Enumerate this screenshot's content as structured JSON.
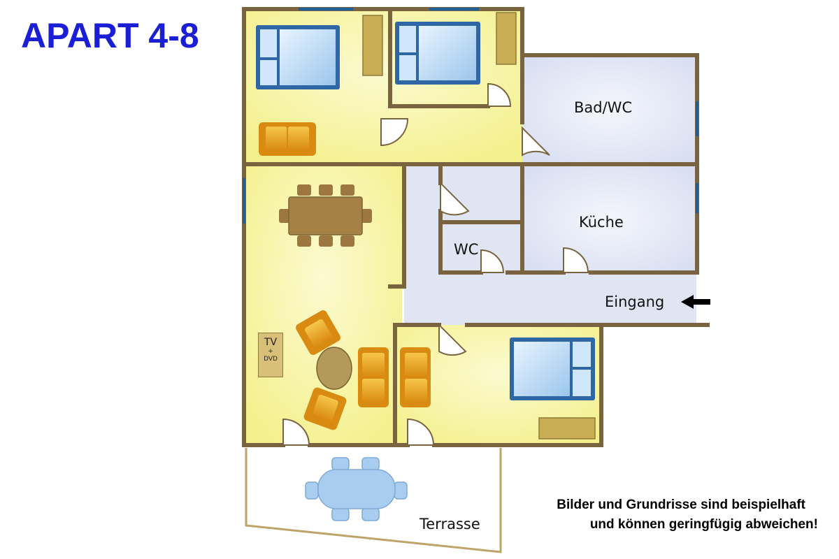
{
  "title": "APART 4-8",
  "rooms": {
    "bath": "Bad/WC",
    "kitchen": "Küche",
    "wc": "WC",
    "entrance": "Eingang",
    "terrace": "Terrasse"
  },
  "tv": {
    "line1": "TV",
    "line2": "+",
    "line3": "DVD"
  },
  "disclaimer": {
    "line1": "Bilder und Grundrisse sind beispielhaft",
    "line2": "und können geringfügig abweichen!"
  },
  "colors": {
    "title": "#1a1fd6",
    "wall": "#7a6440",
    "living_fill": "#f6f29a",
    "service_fill": "#dfe5f3",
    "furniture_wood": "#a58146",
    "bed_blue": "#2e66a6",
    "sofa_orange": "#e19a18",
    "terrace_table": "#a9cdee"
  },
  "icons": {
    "entrance_arrow": "arrow-left-icon"
  }
}
